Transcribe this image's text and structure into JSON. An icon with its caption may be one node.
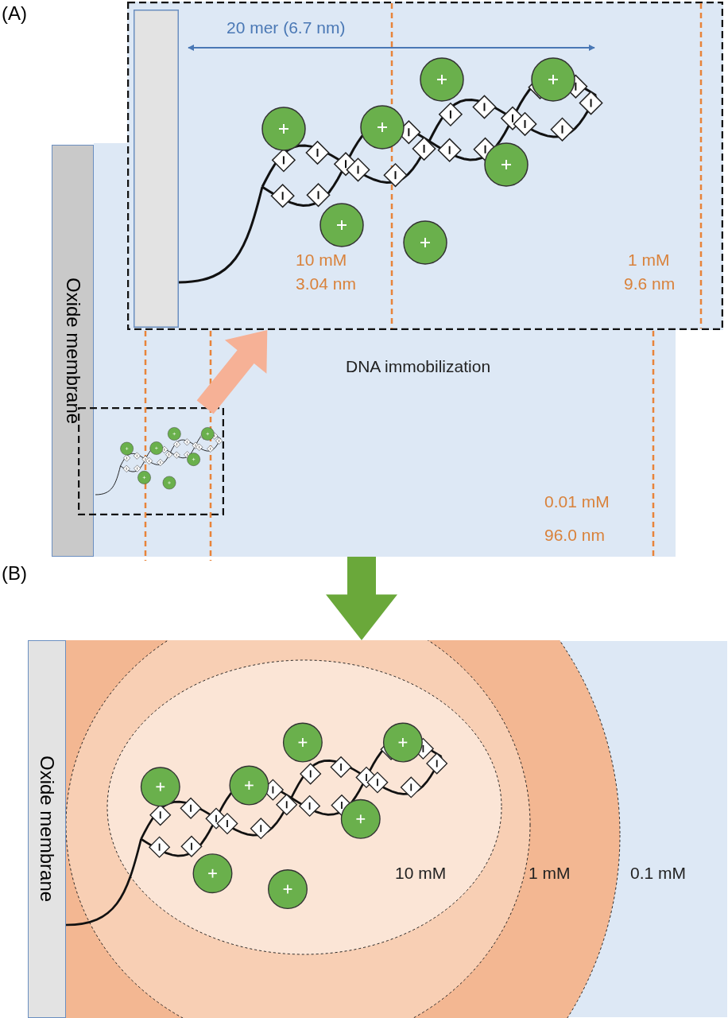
{
  "diagram": {
    "nodes": [
      {
        "text": [
          "Oxide membrane"
        ]
      },
      {
        "text": [],
        "shape": "box"
      },
      {
        "text": [],
        "shape": "box",
        "in": 1
      },
      {
        "text": [],
        "shape": "bar",
        "in": 2
      },
      {
        "text": [],
        "shape": "box"
      },
      {
        "text": [],
        "shape": "box"
      },
      {
        "text": [
          "Oxide membrane"
        ],
        "in": 5
      }
    ],
    "edges": [
      {
        "from": 4,
        "to": 2,
        "arrow": "to",
        "style": "thick",
        "color": "#f6b196"
      },
      {
        "from": 1,
        "to": 5,
        "arrow": "to",
        "style": "thick",
        "color": "#6aa83a"
      }
    ],
    "labels": [
      "(A)",
      "20 mer (6.7 nm)",
      "10 mM",
      "3.04 nm",
      "1 mM",
      "9.6 nm",
      "DNA immobilization",
      "0.01 mM",
      "96.0 nm",
      "(B)",
      "10 mM",
      "1 mM",
      "0.1 mM"
    ]
  }
}
